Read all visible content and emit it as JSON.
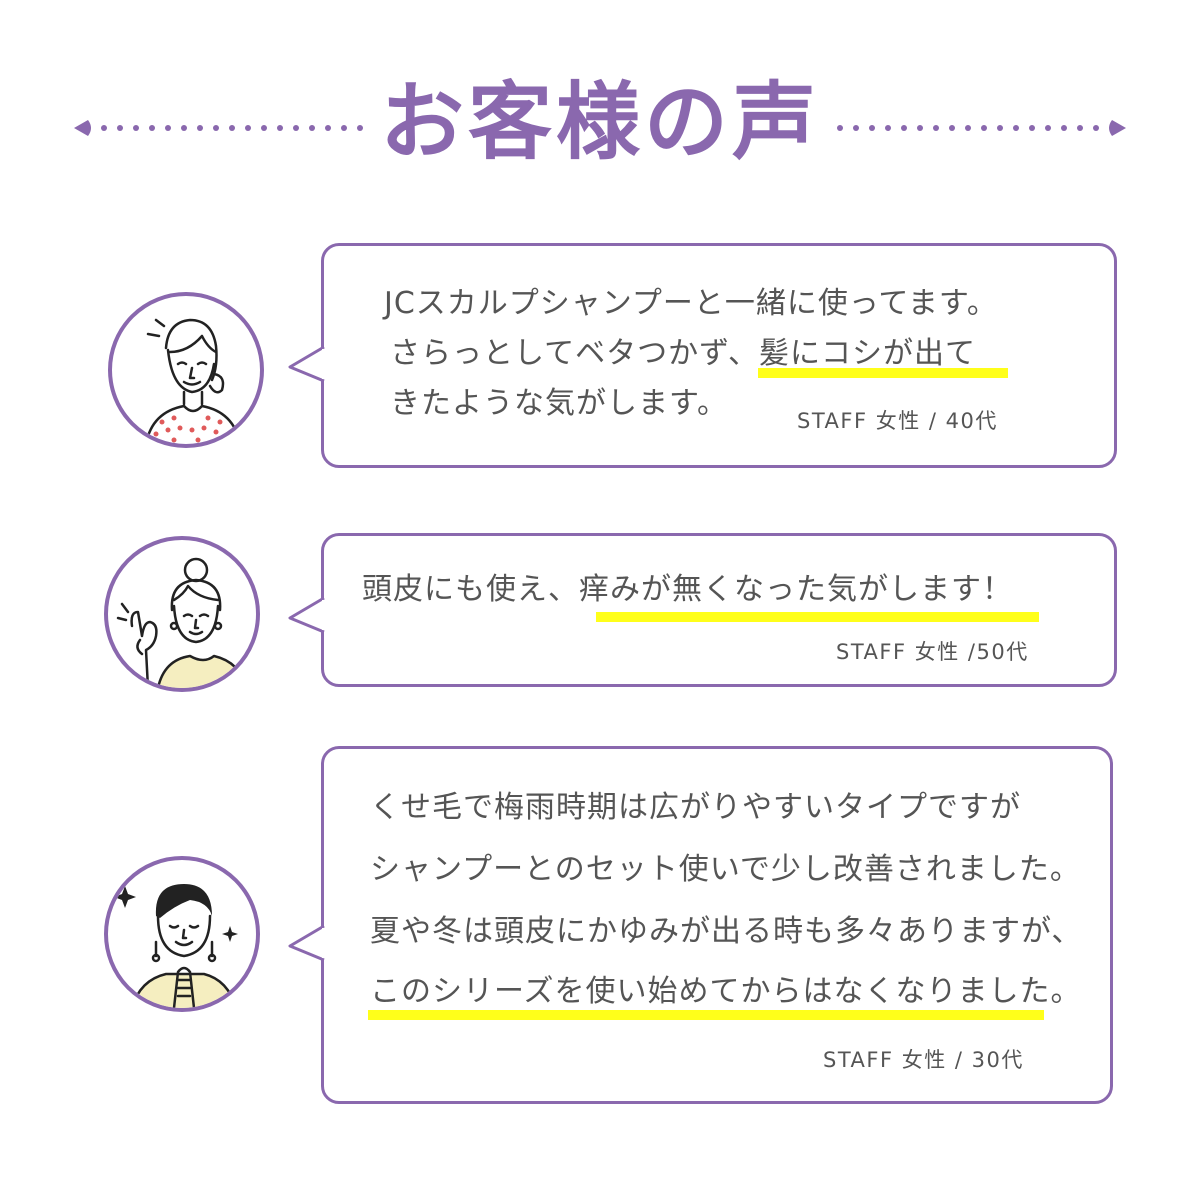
{
  "title": "お客様の声",
  "colors": {
    "accent": "#8a68ae",
    "highlight": "#ffff1a",
    "text": "#555555"
  },
  "testimonials": [
    {
      "avatar": "woman-40s-avatar",
      "lines": [
        {
          "plain": "JCスカルプシャンプーと一緒に使ってます。"
        },
        {
          "plain": "さらっとしてベタつかず、",
          "highlight": "髪にコシが出て"
        },
        {
          "plain": "きたような気がします。"
        }
      ],
      "staff": "STAFF 女性 / 40代"
    },
    {
      "avatar": "woman-50s-ok-gesture-avatar",
      "lines": [
        {
          "plain": "頭皮にも使え、",
          "highlight": "痒みが無くなった気がします！"
        }
      ],
      "staff": "STAFF 女性 /50代"
    },
    {
      "avatar": "woman-30s-sparkle-avatar",
      "lines": [
        {
          "plain": "くせ毛で梅雨時期は広がりやすいタイプですが"
        },
        {
          "plain": "シャンプーとのセット使いで少し改善されました。"
        },
        {
          "plain": "夏や冬は頭皮にかゆみが出る時も多々ありますが、"
        },
        {
          "highlight": "このシリーズを使い始めてからはなくなりました。"
        }
      ],
      "staff": "STAFF 女性 / 30代"
    }
  ]
}
